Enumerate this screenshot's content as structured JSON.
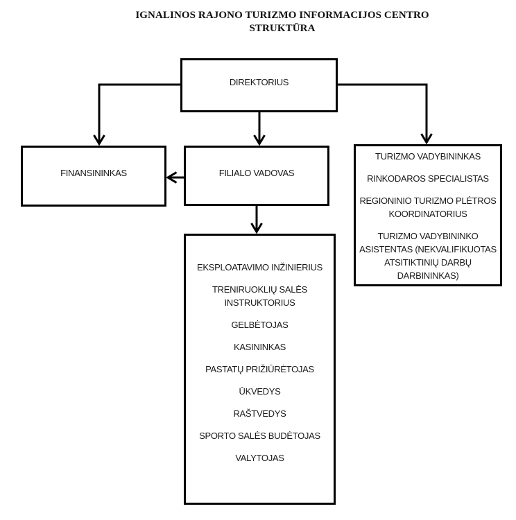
{
  "title": {
    "line1": "IGNALINOS RAJONO TURIZMO INFORMACIJOS CENTRO",
    "line2": "STRUKTŪRA"
  },
  "nodes": {
    "direktorius": {
      "label": "DIREKTORIUS"
    },
    "finansininkas": {
      "label": "FINANSININKAS"
    },
    "filialo_vadovas": {
      "label": "FILIALO VADOVAS"
    },
    "tourism_staff": {
      "roles": [
        "TURIZMO VADYBININKAS",
        "RINKODAROS SPECIALISTAS",
        "REGIONINIO TURIZMO PLĖTROS KOORDINATORIUS",
        "TURIZMO VADYBININKO ASISTENTAS (NEKVALIFIKUOTAS ATSITIKTINIŲ DARBŲ DARBININKAS)"
      ]
    },
    "branch_staff": {
      "roles": [
        "EKSPLOATAVIMO INŽINIERIUS",
        "TRENIRUOKLIŲ SALĖS INSTRUKTORIUS",
        "GELBĖTOJAS",
        "KASININKAS",
        "PASTATŲ PRIŽIŪRĖTOJAS",
        "ŪKVEDYS",
        "RAŠTVEDYS",
        "SPORTO SALĖS BUDĖTOJAS",
        "VALYTOJAS"
      ]
    }
  },
  "colors": {
    "line": "#000000",
    "box_border": "#000000",
    "text": "#1a1a1a",
    "background": "#ffffff"
  }
}
